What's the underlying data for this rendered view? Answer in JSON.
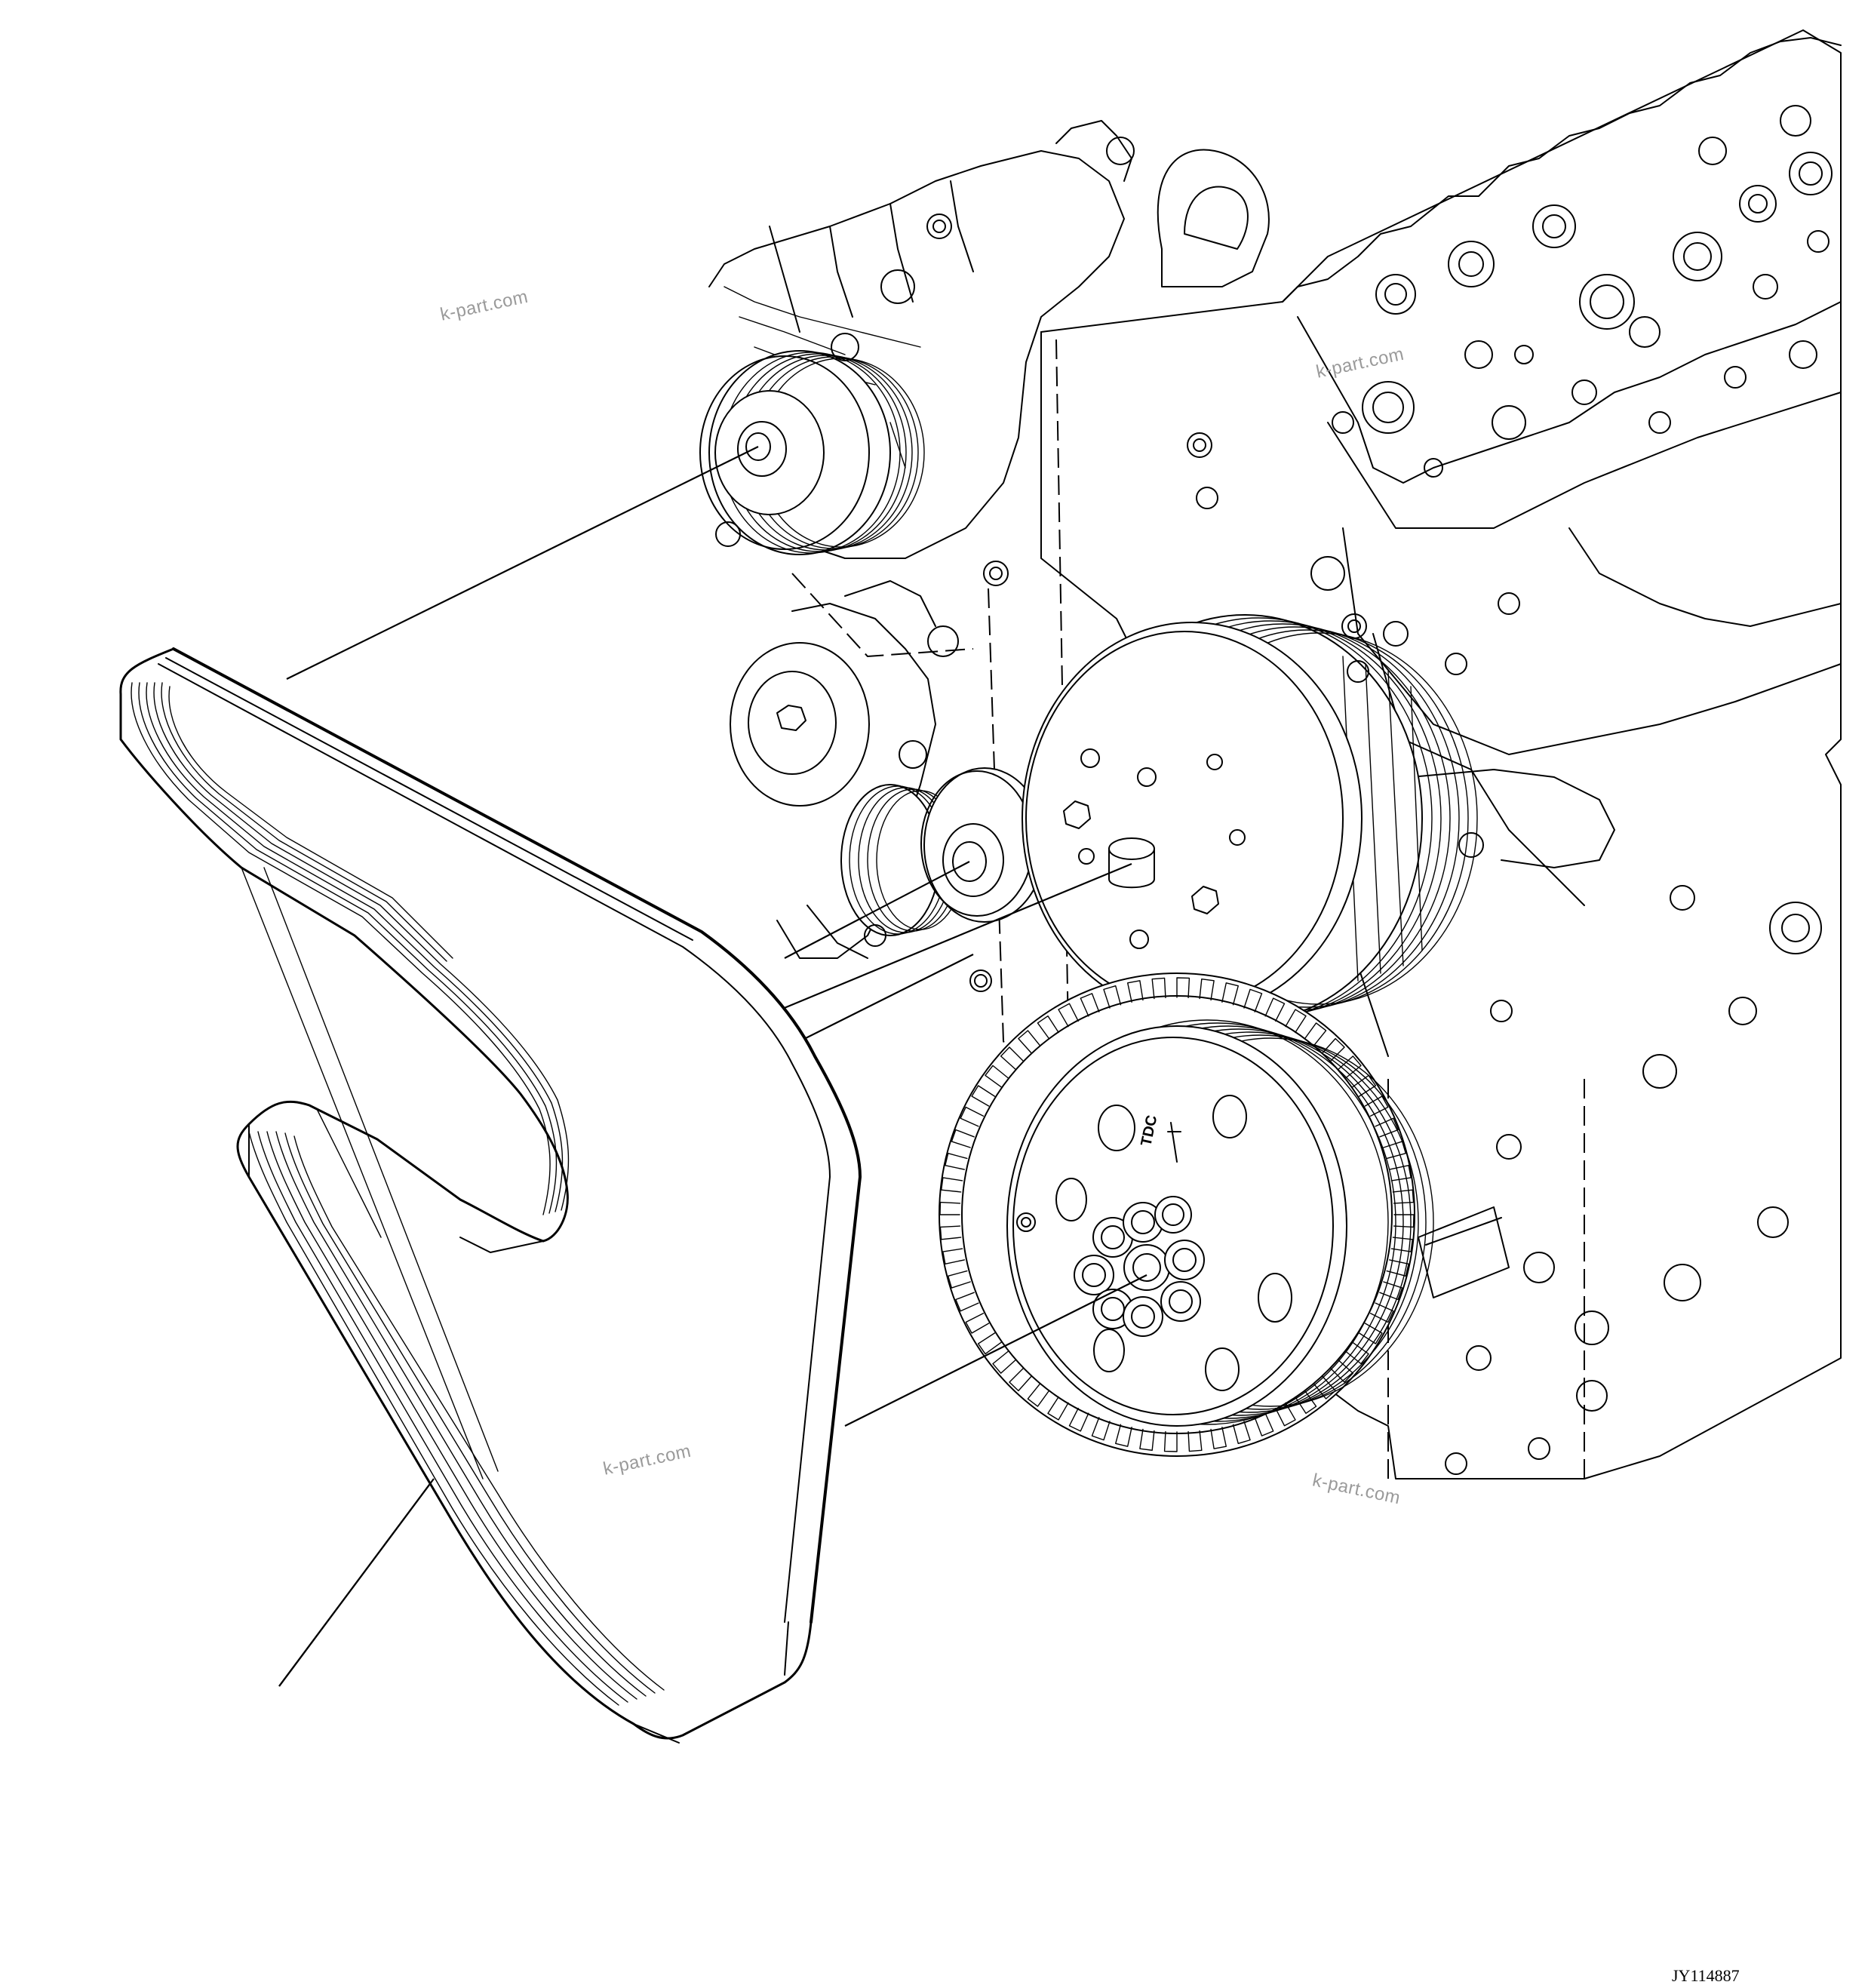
{
  "drawing": {
    "figure_id": "JY114887",
    "damper_marking": "TDC",
    "watermarks": [
      "k-part.com",
      "k-part.com",
      "k-part.com",
      "k-part.com"
    ]
  },
  "parts": [
    {
      "id": "serpentine-belt",
      "name": "Poly-V belt"
    },
    {
      "id": "alternator-pulley",
      "name": "Alternator pulley"
    },
    {
      "id": "tensioner",
      "name": "Belt tensioner"
    },
    {
      "id": "idler-pulley",
      "name": "Idler pulley"
    },
    {
      "id": "fan-drive-pulley",
      "name": "Fan drive pulley"
    },
    {
      "id": "crankshaft-damper",
      "name": "Crankshaft damper pulley"
    }
  ]
}
